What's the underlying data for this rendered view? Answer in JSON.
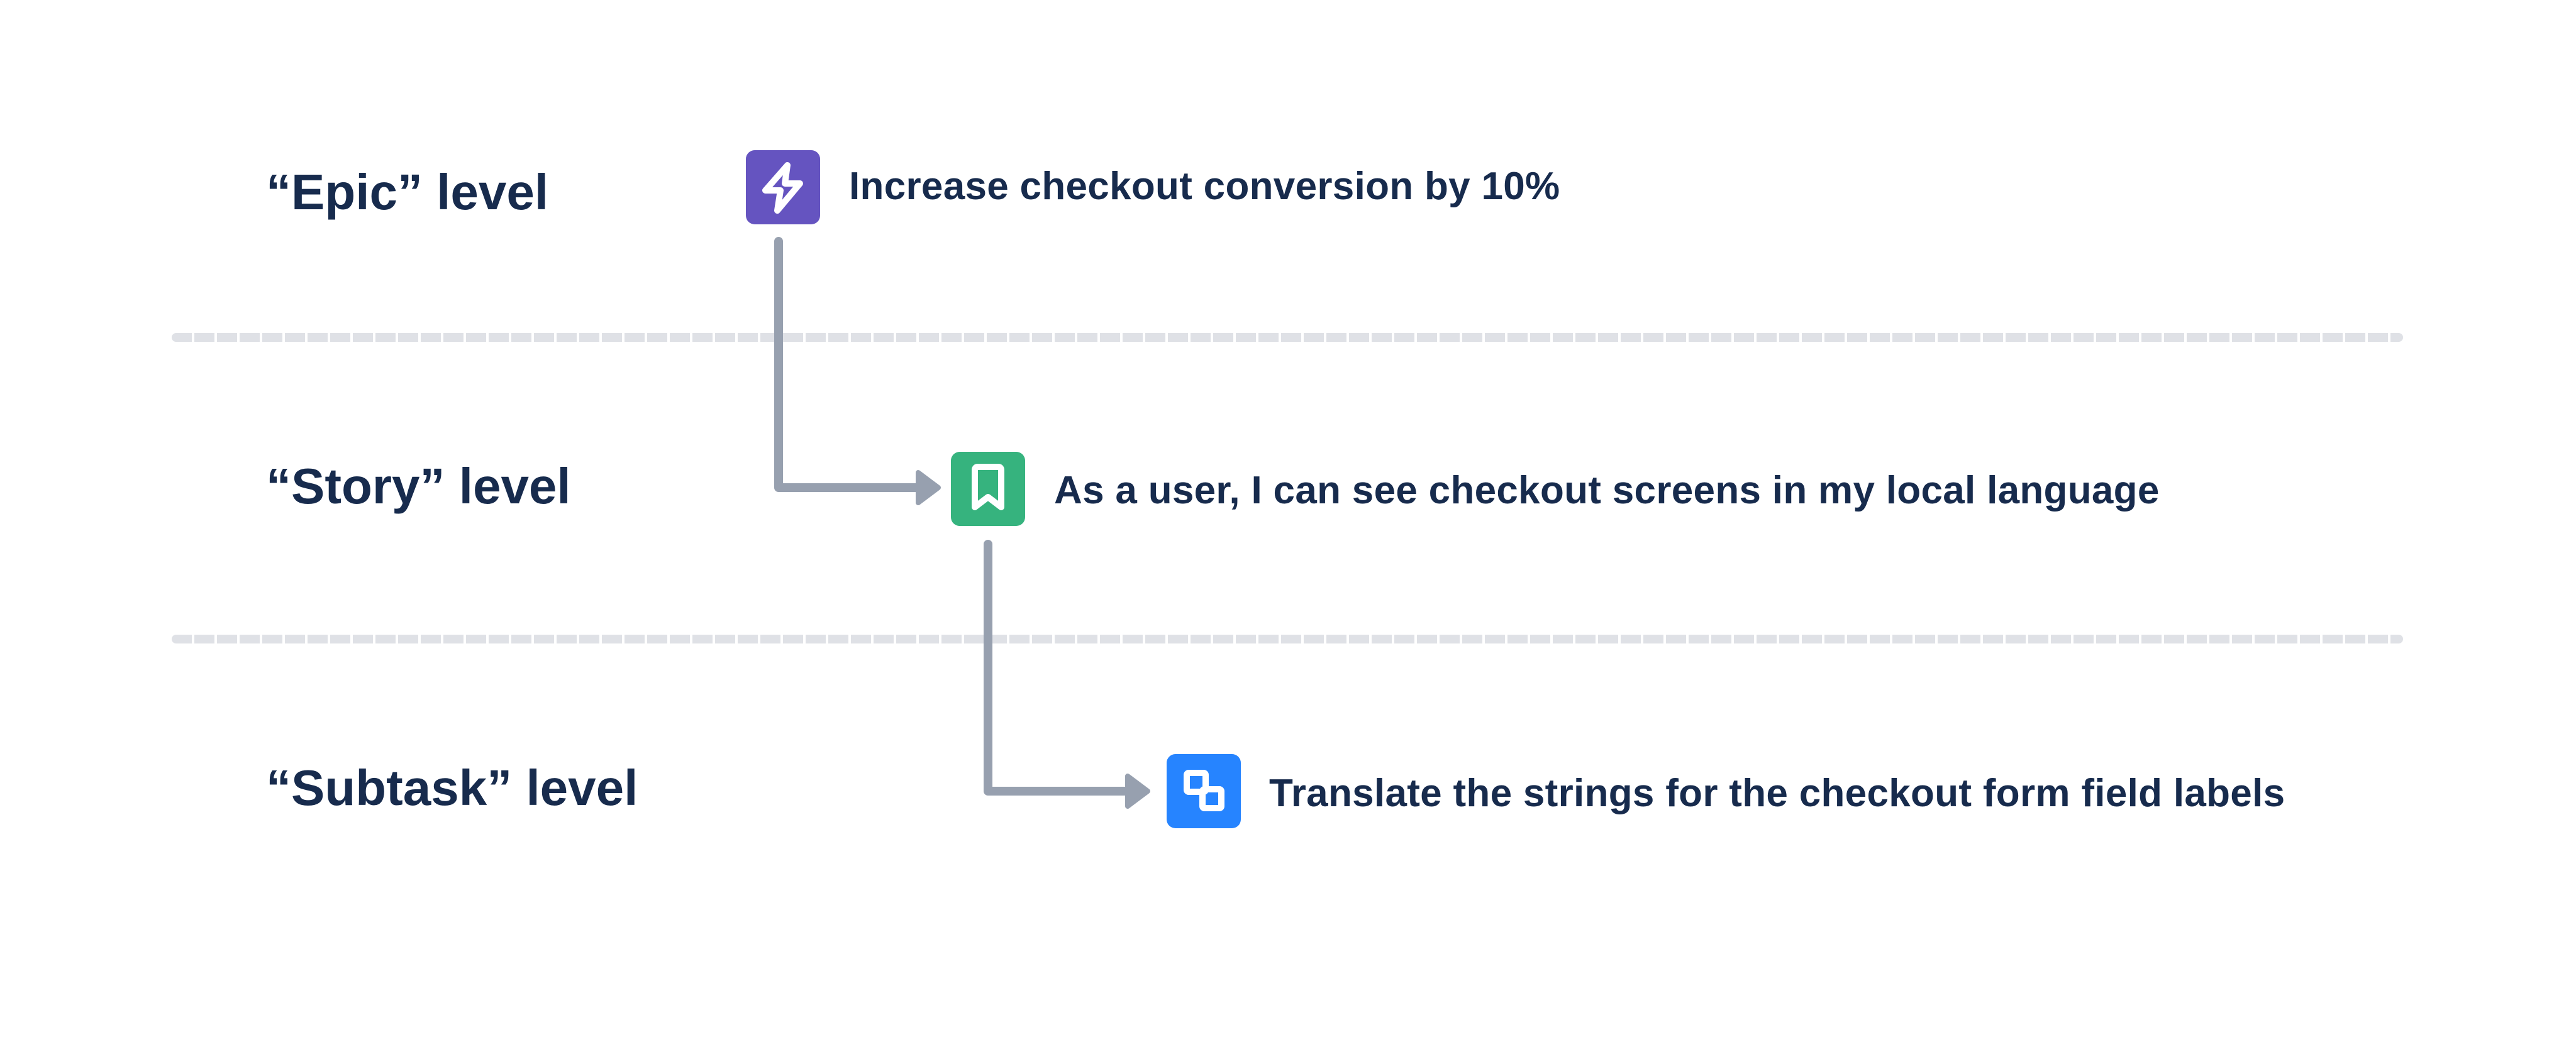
{
  "colors": {
    "text": "#172B4D",
    "divider": "#DFE1E6",
    "connector": "#97A0AF",
    "epic": "#6554C0",
    "story": "#36B37E",
    "subtask": "#2684FF",
    "icon_glyph": "#FFFFFF"
  },
  "levels": [
    {
      "label": "“Epic” level",
      "icon": "lightning-bolt-icon",
      "issue_type": "epic",
      "text": "Increase checkout conversion by 10%"
    },
    {
      "label": "“Story” level",
      "icon": "bookmark-icon",
      "issue_type": "story",
      "text": "As a user, I can see checkout screens in my local language"
    },
    {
      "label": "“Subtask” level",
      "icon": "subtask-squares-icon",
      "issue_type": "subtask",
      "text": "Translate the strings for the checkout form field labels"
    }
  ]
}
